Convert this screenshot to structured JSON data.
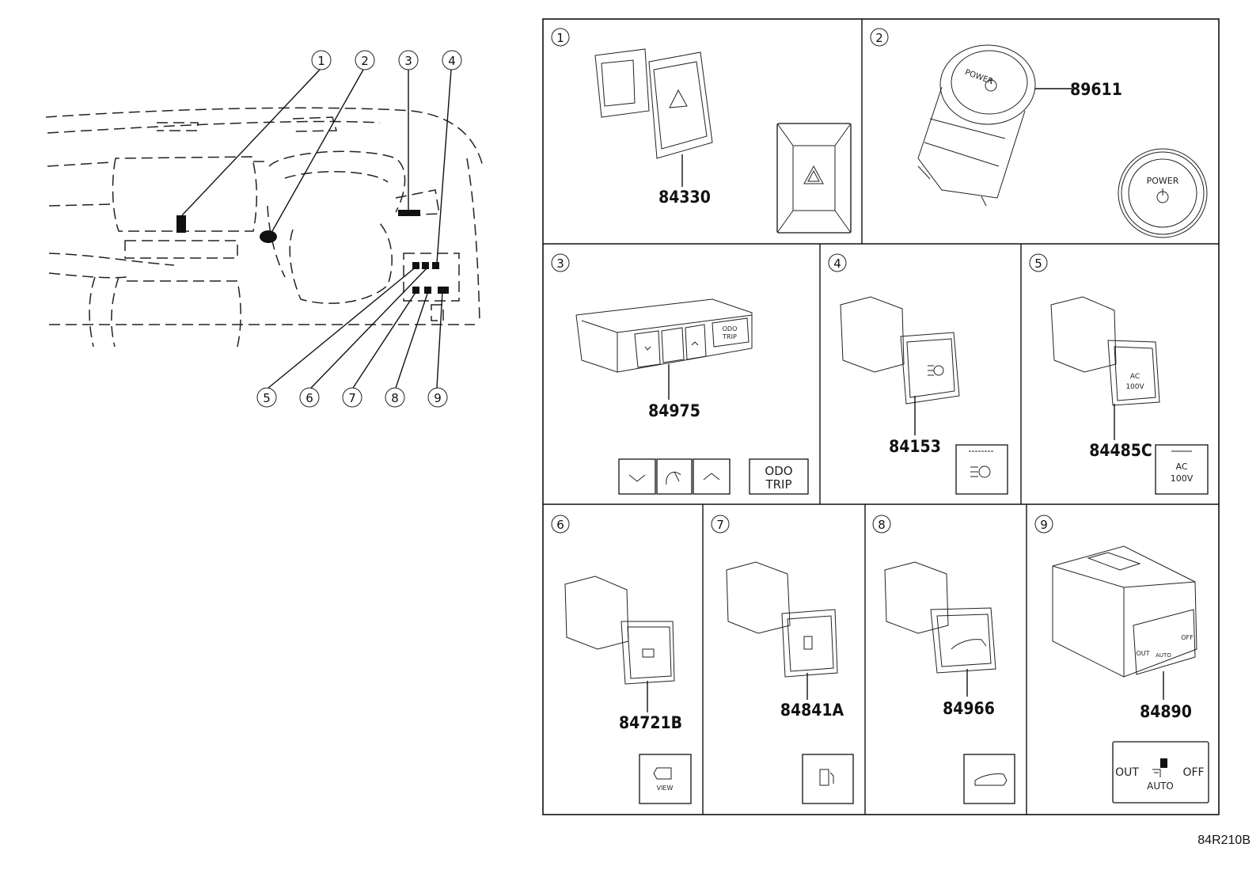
{
  "overview": {
    "callouts": [
      {
        "num": "1"
      },
      {
        "num": "2"
      },
      {
        "num": "3"
      },
      {
        "num": "4"
      },
      {
        "num": "5"
      },
      {
        "num": "6"
      },
      {
        "num": "7"
      },
      {
        "num": "8"
      },
      {
        "num": "9"
      }
    ]
  },
  "panels": [
    {
      "num": "1",
      "part": "84330",
      "part_label_extra": ""
    },
    {
      "num": "2",
      "part": "89611",
      "switch_text": "POWER",
      "face_text": "POWER"
    },
    {
      "num": "3",
      "part": "84975",
      "odo": "ODO",
      "trip": "TRIP"
    },
    {
      "num": "4",
      "part": "84153"
    },
    {
      "num": "5",
      "part": "84485C",
      "ac": "AC",
      "volt": "100V"
    },
    {
      "num": "6",
      "part": "84721B",
      "view": "VIEW"
    },
    {
      "num": "7",
      "part": "84841A"
    },
    {
      "num": "8",
      "part": "84966"
    },
    {
      "num": "9",
      "part": "84890",
      "out": "OUT",
      "off": "OFF",
      "auto": "AUTO"
    }
  ],
  "reference": "84R210B"
}
